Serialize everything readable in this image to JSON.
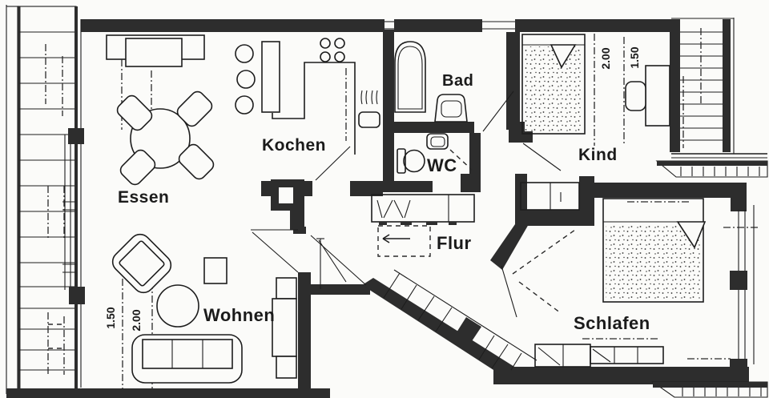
{
  "document": {
    "kind": "apartment floor plan drawing"
  },
  "colors": {
    "paper": "#fbfbf9",
    "ink": "#1d1d1d",
    "wall": "#2d2d2d"
  },
  "rooms": {
    "essen": {
      "label": "Essen"
    },
    "kochen": {
      "label": "Kochen"
    },
    "bad": {
      "label": "Bad"
    },
    "wc": {
      "label": "WC"
    },
    "kind": {
      "label": "Kind"
    },
    "flur": {
      "label": "Flur"
    },
    "wohnen": {
      "label": "Wohnen"
    },
    "schlafen": {
      "label": "Schlafen"
    }
  },
  "measurements": {
    "kind_200": {
      "label": "2.00"
    },
    "kind_150": {
      "label": "1.50"
    },
    "wohnen_150": {
      "label": "1.50"
    },
    "wohnen_200": {
      "label": "2.00"
    }
  }
}
